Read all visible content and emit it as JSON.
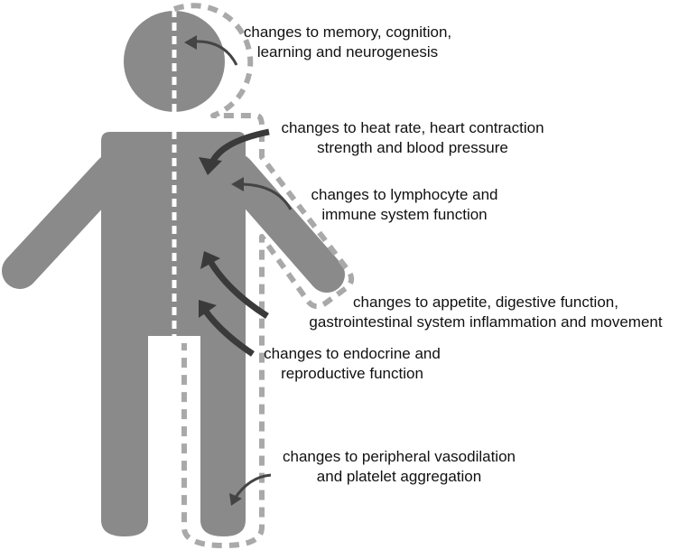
{
  "colors": {
    "body": "#8a8a8a",
    "dashed_outline": "#a9a9a9",
    "midline": "#ffffff",
    "arrow_thin": "#444444",
    "arrow_thick": "#3a3a3a",
    "text": "#111111",
    "background": "#ffffff"
  },
  "labels": {
    "brain": {
      "line1": "changes to memory, cognition,",
      "line2": "learning and neurogenesis"
    },
    "heart": {
      "line1": "changes to heat rate, heart contraction",
      "line2": "strength and blood pressure"
    },
    "immune": {
      "line1": "changes to lymphocyte and",
      "line2": "immune system function"
    },
    "digestive": {
      "line1": "changes to appetite, digestive function,",
      "line2": "gastrointestinal system inflammation and movement"
    },
    "endocrine": {
      "line1": "changes to endocrine and",
      "line2": "reproductive function"
    },
    "vascular": {
      "line1": "changes to peripheral vasodilation",
      "line2": "and platelet aggregation"
    }
  }
}
